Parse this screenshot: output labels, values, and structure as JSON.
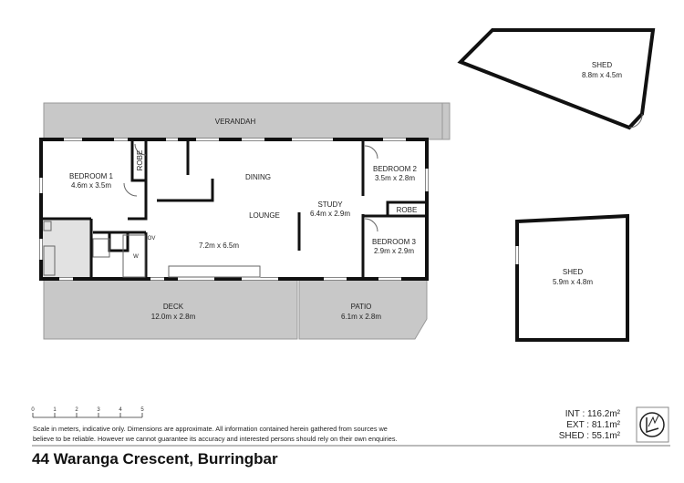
{
  "rooms": {
    "verandah": {
      "name": "VERANDAH"
    },
    "bedroom1": {
      "name": "BEDROOM 1",
      "size": "4.6m x 3.5m"
    },
    "robe1": {
      "name": "ROBE"
    },
    "dining": {
      "name": "DINING"
    },
    "lounge": {
      "name": "LOUNGE",
      "size": "7.2m x 6.5m"
    },
    "study": {
      "name": "STUDY",
      "size": "6.4m x 2.9m"
    },
    "bedroom2": {
      "name": "BEDROOM 2",
      "size": "3.5m x 2.8m"
    },
    "robe2": {
      "name": "ROBE"
    },
    "bedroom3": {
      "name": "BEDROOM 3",
      "size": "2.9m x 2.9m"
    },
    "deck": {
      "name": "DECK",
      "size": "12.0m x 2.8m"
    },
    "patio": {
      "name": "PATIO",
      "size": "6.1m x 2.8m"
    },
    "shed1": {
      "name": "SHED",
      "size": "8.8m x 4.5m"
    },
    "shed2": {
      "name": "SHED",
      "size": "5.9m x 4.8m"
    },
    "oven": "OV",
    "washer": "W"
  },
  "scale": {
    "ticks": [
      "0",
      "1",
      "2",
      "3",
      "4",
      "5"
    ]
  },
  "disclaimer": [
    "Scale in meters, indicative only. Dimensions are approximate. All information contained herein gathered from sources we",
    "believe to be reliable. However we cannot guarantee its accuracy and interested persons should rely on their own enquiries."
  ],
  "areas": {
    "int": "INT : 116.2m²",
    "ext": "EXT : 81.1m²",
    "shed": "SHED : 55.1m²"
  },
  "title": "44 Waranga Crescent, Burringbar"
}
